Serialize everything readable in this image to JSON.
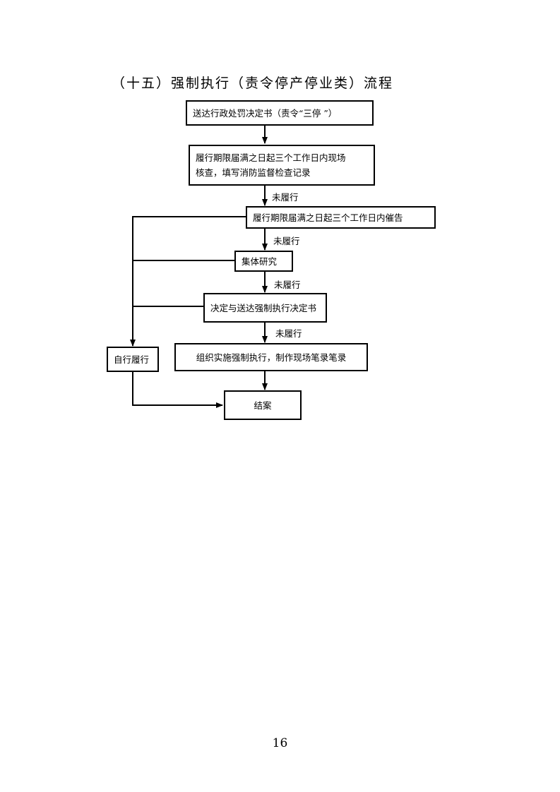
{
  "title": "（十五）强制执行（责令停产停业类）流程",
  "boxes": {
    "deliver": "送达行政处罚决定书（责令“三停 ”）",
    "inspect_line1": "履行期限届满之日起三个工作日内现场",
    "inspect_line2": "核查，填写消防监督检查记录",
    "urge": "履行期限届满之日起三个工作日内催告",
    "collective": "集体研究",
    "decide": "决定与送达强制执行决定书",
    "enforce": "组织实施强制执行，制作现场笔录笔录",
    "self_perform": "自行履行",
    "close": "结案"
  },
  "labels": {
    "not_performed_1": "未履行",
    "not_performed_2": "未履行",
    "not_performed_3": "未履行",
    "not_performed_4": "未履行"
  },
  "page_number": "16"
}
